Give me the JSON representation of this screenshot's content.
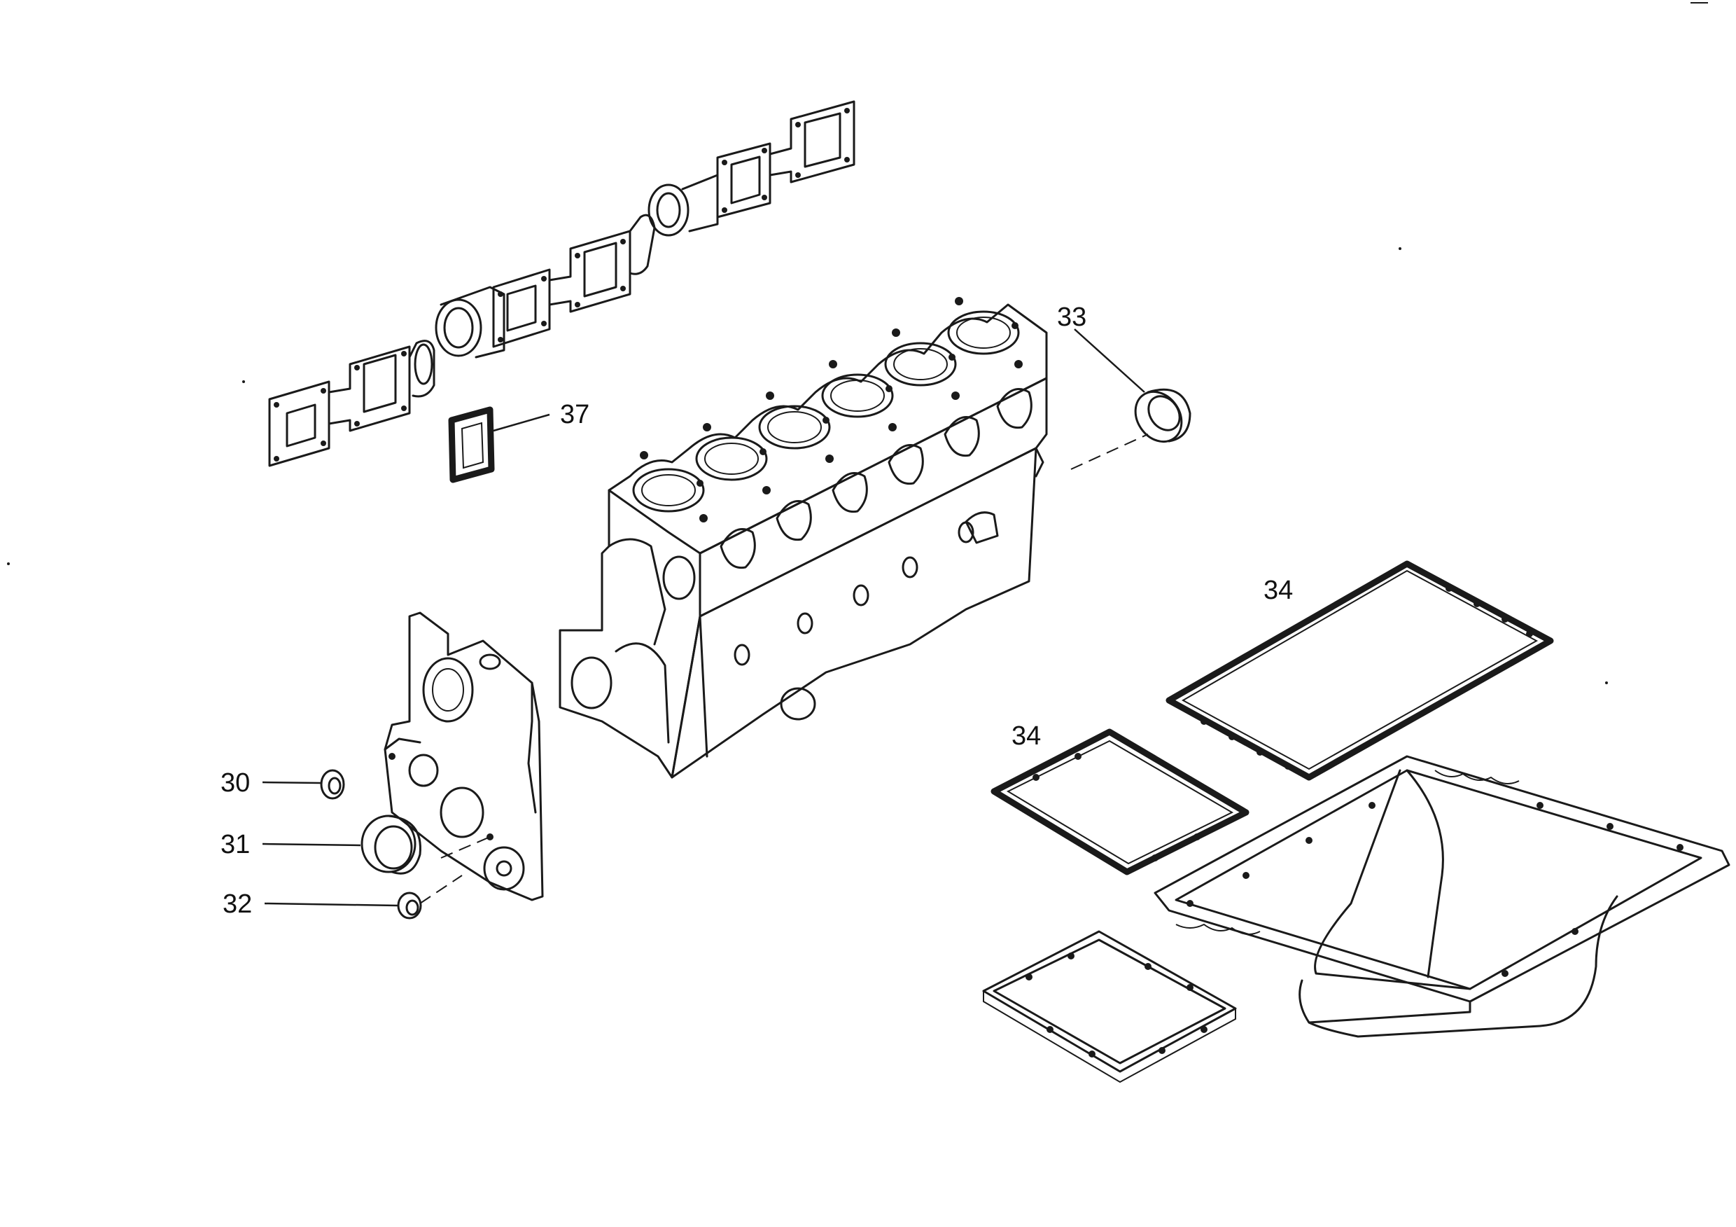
{
  "diagram": {
    "callouts": [
      {
        "id": "c30",
        "number": "30"
      },
      {
        "id": "c31",
        "number": "31"
      },
      {
        "id": "c32",
        "number": "32"
      },
      {
        "id": "c33",
        "number": "33"
      },
      {
        "id": "c34a",
        "number": "34"
      },
      {
        "id": "c34b",
        "number": "34"
      },
      {
        "id": "c37",
        "number": "37"
      }
    ]
  },
  "colors": {
    "line": "#1a1a1a",
    "background": "#ffffff"
  }
}
